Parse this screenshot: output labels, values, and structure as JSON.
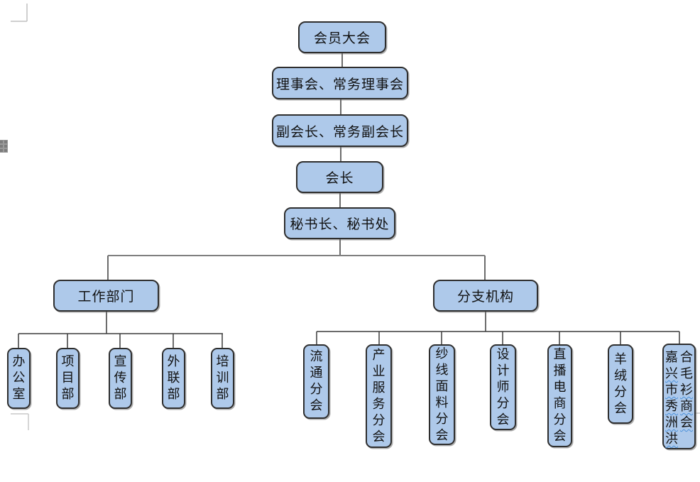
{
  "document": {
    "background": "#ffffff",
    "boundary_marks_color": "#bfbfbf"
  },
  "org_chart": {
    "style": {
      "box_fill": "#aec9ea",
      "box_border": "#2e2e2e",
      "connector_color": "#3a3a3a",
      "split_line_color": "#7f7f7f",
      "text_color": "#111111",
      "spellcheck_wavy_color": "#4a90d9"
    },
    "chain": [
      {
        "label": "会员大会"
      },
      {
        "label": "理事会、常务理事会"
      },
      {
        "label": "副会长、常务副会长"
      },
      {
        "label": "会长"
      },
      {
        "label": "秘书长、秘书处"
      }
    ],
    "branches": [
      {
        "label": "工作部门",
        "children": [
          {
            "label": "办公室"
          },
          {
            "label": "项目部"
          },
          {
            "label": "宣传部"
          },
          {
            "label": "外联部"
          },
          {
            "label": "培训部"
          }
        ]
      },
      {
        "label": "分支机构",
        "children": [
          {
            "label": "流通分会"
          },
          {
            "label": "产业服务分会"
          },
          {
            "label": "纱线面料分会"
          },
          {
            "label": "设计师分会"
          },
          {
            "label": "直播电商分会"
          },
          {
            "label": "羊绒分会"
          },
          {
            "label": "嘉兴市秀洲洪合毛衫商会",
            "columns": [
              {
                "text": "嘉兴市秀洲洪",
                "wavy_from": 1
              },
              {
                "text": "合毛衫商会",
                "wavy_from": 2
              }
            ]
          }
        ]
      }
    ]
  }
}
